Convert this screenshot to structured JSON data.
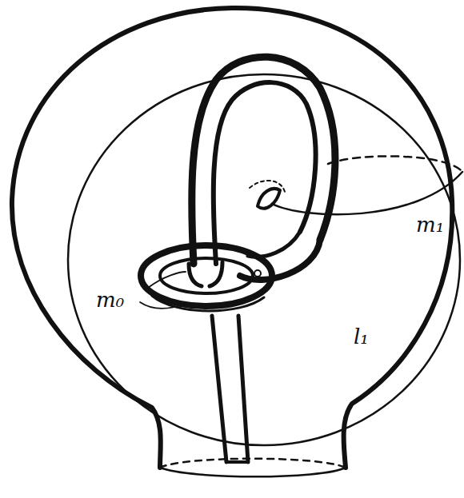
{
  "diagram": {
    "labels": [
      "m₁",
      "m₀",
      "l₁"
    ]
  }
}
